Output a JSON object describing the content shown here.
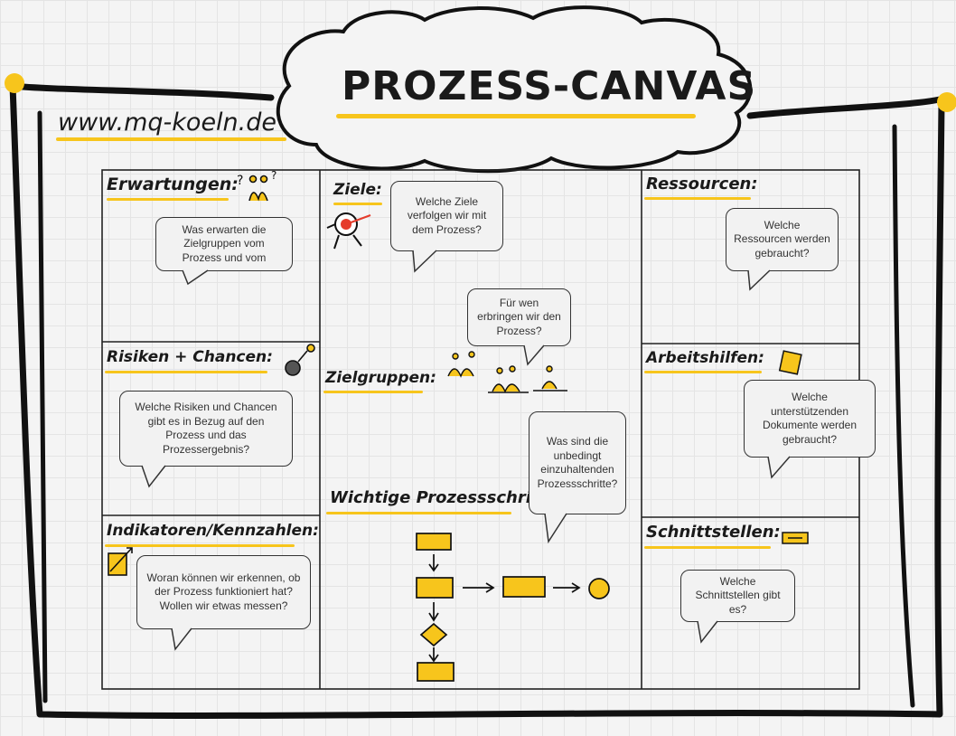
{
  "title": "PROZESS-CANVAS",
  "website": "www.mq-koeln.de",
  "colors": {
    "accent": "#f7c51c",
    "ink": "#1a1a1a",
    "bubble_bg": "#f2f2f2"
  },
  "sections": {
    "erwartungen": {
      "heading": "Erwartungen:",
      "question": "Was erwarten die Zielgruppen vom Prozess und vom",
      "icon": "people-question-icon"
    },
    "ziele": {
      "heading": "Ziele:",
      "question": "Welche Ziele verfolgen wir mit dem Prozess?",
      "icon": "target-figure-icon"
    },
    "ressourcen": {
      "heading": "Ressourcen:",
      "question": "Welche Ressourcen werden gebraucht?"
    },
    "risiken": {
      "heading": "Risiken + Chancen:",
      "question": "Welche Risiken und Chancen gibt es in Bezug auf den Prozess und das Prozessergebnis?",
      "icon": "bomb-icon"
    },
    "zielgruppen": {
      "heading": "Zielgruppen:",
      "question": "Für wen erbringen wir den Prozess?",
      "icon": "people-groups-icon"
    },
    "arbeitshilfen": {
      "heading": "Arbeitshilfen:",
      "question": "Welche unterstützenden Dokumente werden gebraucht?",
      "icon": "document-icon"
    },
    "prozessschritte": {
      "heading": "Wichtige Prozessschritte:",
      "question": "Was sind die unbedingt einzuhaltenden Prozessschritte?",
      "icon": "flowchart-icon"
    },
    "indikatoren": {
      "heading": "Indikatoren/Kennzahlen:",
      "question": "Woran können wir erkennen, ob der Prozess funktioniert hat? Wollen wir etwas messen?",
      "icon": "chart-arrow-icon"
    },
    "schnittstellen": {
      "heading": "Schnittstellen:",
      "question": "Welche Schnittstellen gibt es?",
      "icon": "connector-icon"
    }
  }
}
